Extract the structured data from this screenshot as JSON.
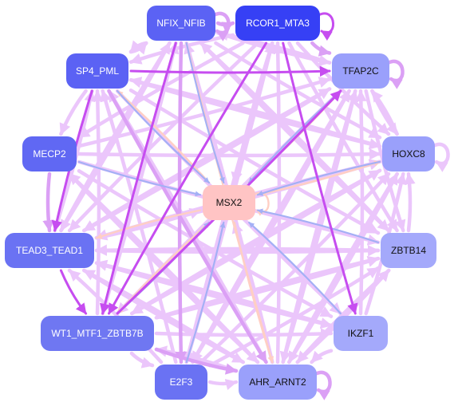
{
  "nodes": [
    {
      "id": "NFIX_NFIB",
      "label": "NFIX_NFIB",
      "color": "#5b62f4",
      "text_color": "#ffffff"
    },
    {
      "id": "RCOR1_MTA3",
      "label": "RCOR1_MTA3",
      "color": "#3640f5",
      "text_color": "#ffffff"
    },
    {
      "id": "SP4_PML",
      "label": "SP4_PML",
      "color": "#5b62f4",
      "text_color": "#ffffff"
    },
    {
      "id": "TFAP2C",
      "label": "TFAP2C",
      "color": "#9aa0fb",
      "text_color": "#111111"
    },
    {
      "id": "MECP2",
      "label": "MECP2",
      "color": "#6068f3",
      "text_color": "#ffffff"
    },
    {
      "id": "HOXC8",
      "label": "HOXC8",
      "color": "#9aa0fb",
      "text_color": "#111111"
    },
    {
      "id": "MSX2",
      "label": "MSX2",
      "color": "#ffc4c4",
      "text_color": "#111111"
    },
    {
      "id": "TEAD3_TEAD1",
      "label": "TEAD3_TEAD1",
      "color": "#6a72f3",
      "text_color": "#ffffff"
    },
    {
      "id": "ZBTB14",
      "label": "ZBTB14",
      "color": "#a4a9fb",
      "text_color": "#111111"
    },
    {
      "id": "WT1_MTF1_ZBTB7B",
      "label": "WT1_MTF1_ZBTB7B",
      "color": "#6f77f2",
      "text_color": "#ffffff"
    },
    {
      "id": "IKZF1",
      "label": "IKZF1",
      "color": "#a4a9fb",
      "text_color": "#111111"
    },
    {
      "id": "E2F3",
      "label": "E2F3",
      "color": "#6a72f3",
      "text_color": "#ffffff"
    },
    {
      "id": "AHR_ARNT2",
      "label": "AHR_ARNT2",
      "color": "#9aa0fb",
      "text_color": "#111111"
    }
  ],
  "edge_colors": {
    "strong": "#c64df0",
    "medium": "#dba0f5",
    "light": "#ebc6fb",
    "blue": "#a4b0f5",
    "peach": "#ffcfc4"
  },
  "edges": [
    {
      "source": "SP4_PML",
      "target": "TFAP2C",
      "style": "strong"
    },
    {
      "source": "RCOR1_MTA3",
      "target": "IKZF1",
      "style": "strong"
    },
    {
      "source": "RCOR1_MTA3",
      "target": "RCOR1_MTA3",
      "style": "strong"
    },
    {
      "source": "NFIX_NFIB",
      "target": "WT1_MTF1_ZBTB7B",
      "style": "strong"
    },
    {
      "source": "SP4_PML",
      "target": "TEAD3_TEAD1",
      "style": "strong"
    },
    {
      "source": "WT1_MTF1_ZBTB7B",
      "target": "TFAP2C",
      "style": "strong"
    },
    {
      "source": "TEAD3_TEAD1",
      "target": "WT1_MTF1_ZBTB7B",
      "style": "strong"
    },
    {
      "source": "RCOR1_MTA3",
      "target": "WT1_MTF1_ZBTB7B",
      "style": "strong"
    },
    {
      "source": "NFIX_NFIB",
      "target": "NFIX_NFIB",
      "style": "medium"
    },
    {
      "source": "TFAP2C",
      "target": "TFAP2C",
      "style": "medium"
    },
    {
      "source": "HOXC8",
      "target": "HOXC8",
      "style": "light"
    },
    {
      "source": "MSX2",
      "target": "MSX2",
      "style": "peach"
    },
    {
      "source": "AHR_ARNT2",
      "target": "AHR_ARNT2",
      "style": "medium"
    },
    {
      "source": "NFIX_NFIB",
      "target": "RCOR1_MTA3",
      "style": "medium"
    },
    {
      "source": "RCOR1_MTA3",
      "target": "TFAP2C",
      "style": "medium"
    },
    {
      "source": "NFIX_NFIB",
      "target": "SP4_PML",
      "style": "light"
    },
    {
      "source": "NFIX_NFIB",
      "target": "TFAP2C",
      "style": "light"
    },
    {
      "source": "NFIX_NFIB",
      "target": "HOXC8",
      "style": "light"
    },
    {
      "source": "NFIX_NFIB",
      "target": "ZBTB14",
      "style": "light"
    },
    {
      "source": "NFIX_NFIB",
      "target": "TEAD3_TEAD1",
      "style": "light"
    },
    {
      "source": "NFIX_NFIB",
      "target": "AHR_ARNT2",
      "style": "peach"
    },
    {
      "source": "NFIX_NFIB",
      "target": "E2F3",
      "style": "medium"
    },
    {
      "source": "RCOR1_MTA3",
      "target": "HOXC8",
      "style": "light"
    },
    {
      "source": "RCOR1_MTA3",
      "target": "ZBTB14",
      "style": "light"
    },
    {
      "source": "RCOR1_MTA3",
      "target": "SP4_PML",
      "style": "light"
    },
    {
      "source": "RCOR1_MTA3",
      "target": "MECP2",
      "style": "light"
    },
    {
      "source": "RCOR1_MTA3",
      "target": "TEAD3_TEAD1",
      "style": "light"
    },
    {
      "source": "RCOR1_MTA3",
      "target": "E2F3",
      "style": "light"
    },
    {
      "source": "SP4_PML",
      "target": "HOXC8",
      "style": "light"
    },
    {
      "source": "SP4_PML",
      "target": "ZBTB14",
      "style": "light"
    },
    {
      "source": "SP4_PML",
      "target": "AHR_ARNT2",
      "style": "medium"
    },
    {
      "source": "SP4_PML",
      "target": "IKZF1",
      "style": "light"
    },
    {
      "source": "SP4_PML",
      "target": "MECP2",
      "style": "light"
    },
    {
      "source": "SP4_PML",
      "target": "NFIX_NFIB",
      "style": "light"
    },
    {
      "source": "MECP2",
      "target": "TFAP2C",
      "style": "light"
    },
    {
      "source": "MECP2",
      "target": "HOXC8",
      "style": "light"
    },
    {
      "source": "MECP2",
      "target": "ZBTB14",
      "style": "light"
    },
    {
      "source": "MECP2",
      "target": "TEAD3_TEAD1",
      "style": "medium"
    },
    {
      "source": "MECP2",
      "target": "AHR_ARNT2",
      "style": "light"
    },
    {
      "source": "MECP2",
      "target": "IKZF1",
      "style": "light"
    },
    {
      "source": "TEAD3_TEAD1",
      "target": "HOXC8",
      "style": "light"
    },
    {
      "source": "TEAD3_TEAD1",
      "target": "ZBTB14",
      "style": "light"
    },
    {
      "source": "TEAD3_TEAD1",
      "target": "AHR_ARNT2",
      "style": "light"
    },
    {
      "source": "TEAD3_TEAD1",
      "target": "IKZF1",
      "style": "light"
    },
    {
      "source": "TEAD3_TEAD1",
      "target": "TFAP2C",
      "style": "light"
    },
    {
      "source": "TEAD3_TEAD1",
      "target": "NFIX_NFIB",
      "style": "light"
    },
    {
      "source": "TEAD3_TEAD1",
      "target": "SP4_PML",
      "style": "light"
    },
    {
      "source": "WT1_MTF1_ZBTB7B",
      "target": "ZBTB14",
      "style": "light"
    },
    {
      "source": "WT1_MTF1_ZBTB7B",
      "target": "AHR_ARNT2",
      "style": "medium"
    },
    {
      "source": "WT1_MTF1_ZBTB7B",
      "target": "IKZF1",
      "style": "light"
    },
    {
      "source": "WT1_MTF1_ZBTB7B",
      "target": "E2F3",
      "style": "light"
    },
    {
      "source": "WT1_MTF1_ZBTB7B",
      "target": "HOXC8",
      "style": "light"
    },
    {
      "source": "WT1_MTF1_ZBTB7B",
      "target": "NFIX_NFIB",
      "style": "light"
    },
    {
      "source": "WT1_MTF1_ZBTB7B",
      "target": "SP4_PML",
      "style": "light"
    },
    {
      "source": "E2F3",
      "target": "AHR_ARNT2",
      "style": "light"
    },
    {
      "source": "E2F3",
      "target": "ZBTB14",
      "style": "light"
    },
    {
      "source": "E2F3",
      "target": "HOXC8",
      "style": "light"
    },
    {
      "source": "E2F3",
      "target": "TFAP2C",
      "style": "light"
    },
    {
      "source": "E2F3",
      "target": "TEAD3_TEAD1",
      "style": "light"
    },
    {
      "source": "E2F3",
      "target": "SP4_PML",
      "style": "light"
    },
    {
      "source": "E2F3",
      "target": "RCOR1_MTA3",
      "style": "light"
    },
    {
      "source": "AHR_ARNT2",
      "target": "ZBTB14",
      "style": "light"
    },
    {
      "source": "AHR_ARNT2",
      "target": "HOXC8",
      "style": "light"
    },
    {
      "source": "AHR_ARNT2",
      "target": "TFAP2C",
      "style": "light"
    },
    {
      "source": "AHR_ARNT2",
      "target": "TEAD3_TEAD1",
      "style": "light"
    },
    {
      "source": "AHR_ARNT2",
      "target": "SP4_PML",
      "style": "light"
    },
    {
      "source": "AHR_ARNT2",
      "target": "NFIX_NFIB",
      "style": "light"
    },
    {
      "source": "AHR_ARNT2",
      "target": "RCOR1_MTA3",
      "style": "light"
    },
    {
      "source": "AHR_ARNT2",
      "target": "MECP2",
      "style": "light"
    },
    {
      "source": "AHR_ARNT2",
      "target": "WT1_MTF1_ZBTB7B",
      "style": "light"
    },
    {
      "source": "IKZF1",
      "target": "AHR_ARNT2",
      "style": "light"
    },
    {
      "source": "IKZF1",
      "target": "TFAP2C",
      "style": "light"
    },
    {
      "source": "IKZF1",
      "target": "HOXC8",
      "style": "light"
    },
    {
      "source": "IKZF1",
      "target": "TEAD3_TEAD1",
      "style": "light"
    },
    {
      "source": "ZBTB14",
      "target": "HOXC8",
      "style": "light"
    },
    {
      "source": "ZBTB14",
      "target": "TEAD3_TEAD1",
      "style": "light"
    },
    {
      "source": "ZBTB14",
      "target": "WT1_MTF1_ZBTB7B",
      "style": "light"
    },
    {
      "source": "ZBTB14",
      "target": "AHR_ARNT2",
      "style": "light"
    },
    {
      "source": "ZBTB14",
      "target": "NFIX_NFIB",
      "style": "light"
    },
    {
      "source": "HOXC8",
      "target": "TFAP2C",
      "style": "light"
    },
    {
      "source": "HOXC8",
      "target": "TEAD3_TEAD1",
      "style": "light"
    },
    {
      "source": "HOXC8",
      "target": "SP4_PML",
      "style": "light"
    },
    {
      "source": "HOXC8",
      "target": "WT1_MTF1_ZBTB7B",
      "style": "light"
    },
    {
      "source": "HOXC8",
      "target": "AHR_ARNT2",
      "style": "light"
    },
    {
      "source": "TFAP2C",
      "target": "HOXC8",
      "style": "light"
    },
    {
      "source": "TFAP2C",
      "target": "ZBTB14",
      "style": "light"
    },
    {
      "source": "TFAP2C",
      "target": "TEAD3_TEAD1",
      "style": "light"
    },
    {
      "source": "TFAP2C",
      "target": "WT1_MTF1_ZBTB7B",
      "style": "light"
    },
    {
      "source": "TFAP2C",
      "target": "AHR_ARNT2",
      "style": "light"
    },
    {
      "source": "TFAP2C",
      "target": "E2F3",
      "style": "light"
    },
    {
      "source": "TFAP2C",
      "target": "NFIX_NFIB",
      "style": "light"
    },
    {
      "source": "SP4_PML",
      "target": "MSX2",
      "style": "blue"
    },
    {
      "source": "MECP2",
      "target": "MSX2",
      "style": "blue"
    },
    {
      "source": "TFAP2C",
      "target": "MSX2",
      "style": "blue"
    },
    {
      "source": "HOXC8",
      "target": "MSX2",
      "style": "blue"
    },
    {
      "source": "ZBTB14",
      "target": "MSX2",
      "style": "blue"
    },
    {
      "source": "IKZF1",
      "target": "MSX2",
      "style": "blue"
    },
    {
      "source": "E2F3",
      "target": "MSX2",
      "style": "blue"
    },
    {
      "source": "WT1_MTF1_ZBTB7B",
      "target": "MSX2",
      "style": "blue"
    },
    {
      "source": "NFIX_NFIB",
      "target": "MSX2",
      "style": "blue"
    },
    {
      "source": "RCOR1_MTA3",
      "target": "MSX2",
      "style": "light"
    },
    {
      "source": "TEAD3_TEAD1",
      "target": "MSX2",
      "style": "light"
    },
    {
      "source": "AHR_ARNT2",
      "target": "MSX2",
      "style": "light"
    },
    {
      "source": "MSX2",
      "target": "TEAD3_TEAD1",
      "style": "peach"
    },
    {
      "source": "MSX2",
      "target": "AHR_ARNT2",
      "style": "peach"
    },
    {
      "source": "MSX2",
      "target": "TFAP2C",
      "style": "peach"
    },
    {
      "source": "MSX2",
      "target": "SP4_PML",
      "style": "peach"
    },
    {
      "source": "MSX2",
      "target": "WT1_MTF1_ZBTB7B",
      "style": "peach"
    },
    {
      "source": "MSX2",
      "target": "HOXC8",
      "style": "peach"
    }
  ]
}
